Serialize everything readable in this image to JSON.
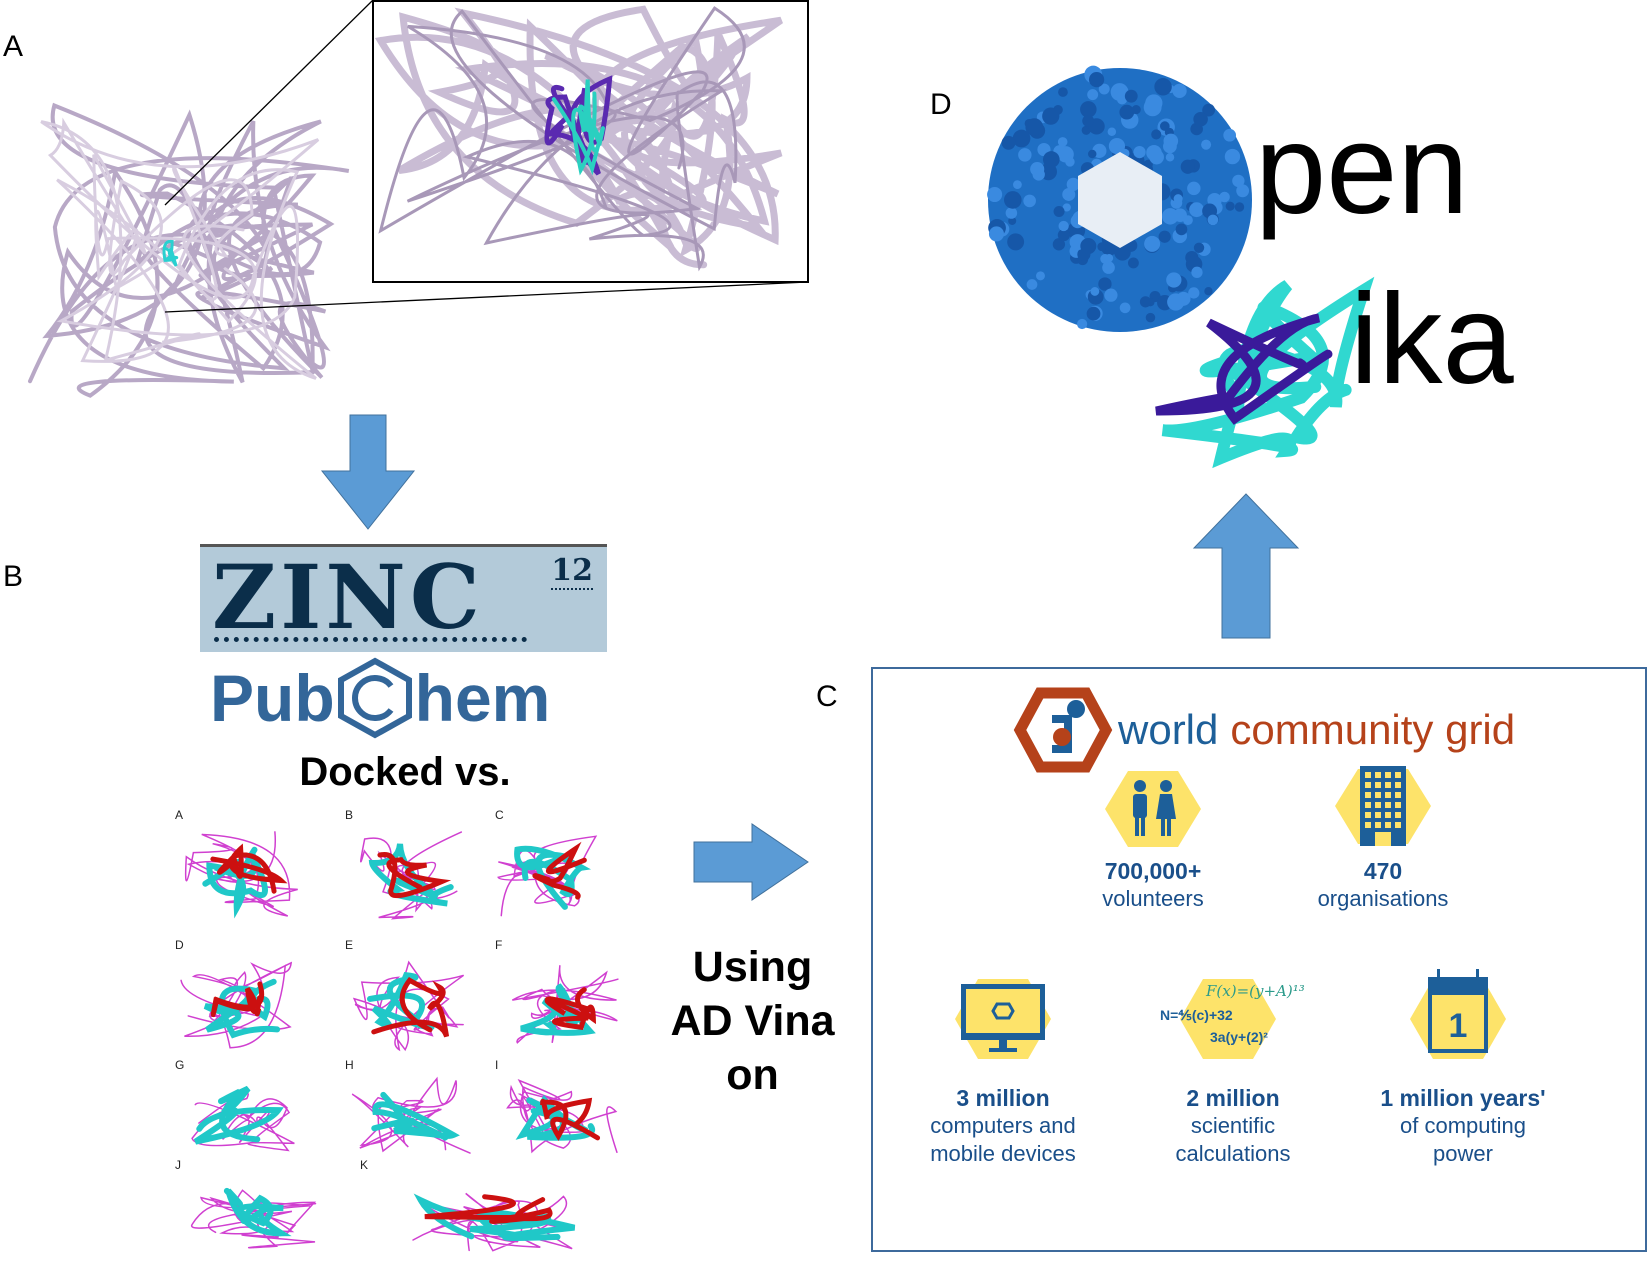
{
  "panels": {
    "a": "A",
    "b": "B",
    "c": "C",
    "d": "D"
  },
  "zinc": {
    "word": "ZINC",
    "version": "12"
  },
  "pubchem": {
    "before": "Pub",
    "after": "hem"
  },
  "docked_label": "Docked vs.",
  "using_label": [
    "Using",
    "AD Vina",
    "on"
  ],
  "protein_grid_labels": [
    "A",
    "B",
    "C",
    "D",
    "E",
    "F",
    "G",
    "H",
    "I",
    "J",
    "K"
  ],
  "wcg": {
    "word1": "world",
    "word2": "community grid",
    "colors": {
      "blue": "#1d5f99",
      "orange": "#b5421a",
      "yellow": "#fde36a"
    },
    "stats": [
      {
        "value": "700,000+",
        "label": [
          "volunteers"
        ],
        "icon": "people-icon"
      },
      {
        "value": "470",
        "label": [
          "organisations"
        ],
        "icon": "building-icon"
      },
      {
        "value": "3 million",
        "label": [
          "computers and",
          "mobile devices"
        ],
        "icon": "monitor-icon"
      },
      {
        "value": "2 million",
        "label": [
          "scientific",
          "calculations"
        ],
        "icon": "formula-icon"
      },
      {
        "value": "1 million years'",
        "label": [
          "of computing",
          "power"
        ],
        "icon": "calendar-icon"
      }
    ],
    "formula": [
      "F(x)=(y+A)¹³",
      "N=⅘(c)+32",
      "3a(y+(2)²"
    ],
    "calendar_number": "1"
  },
  "openzika": {
    "line1": "pen",
    "line2": "ika"
  },
  "colors": {
    "arrow": "#5b9bd5",
    "virus": "#1f6fc4",
    "ribbon_cyan": "#30d8d0",
    "ribbon_purple": "#3a1a9a",
    "protein": "#c9bcd4"
  }
}
